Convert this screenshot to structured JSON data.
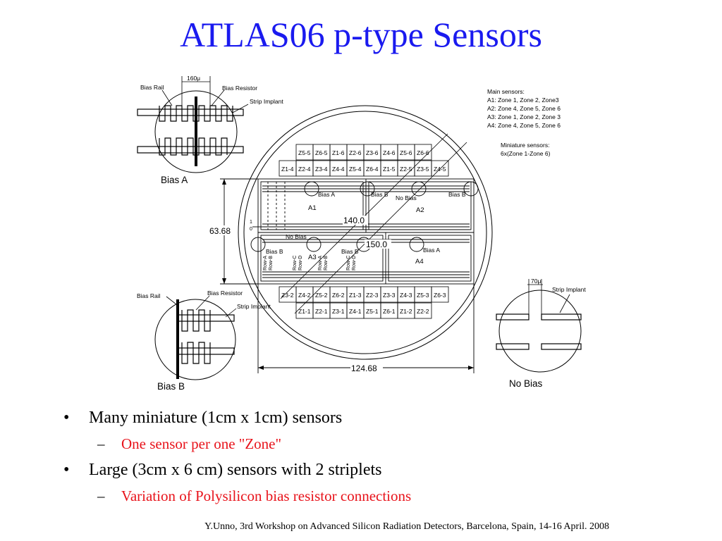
{
  "title": "ATLAS06 p-type Sensors",
  "diagram": {
    "zones_row1": [
      "Z5-5",
      "Z6-5",
      "Z1-6",
      "Z2-6",
      "Z3-6",
      "Z4-6",
      "Z5-6",
      "Z6-6"
    ],
    "zones_row2": [
      "Z1-4",
      "Z2-4",
      "Z3-4",
      "Z4-4",
      "Z5-4",
      "Z6-4",
      "Z1-5",
      "Z2-5",
      "Z3-5",
      "Z4-5"
    ],
    "zones_row3": [
      "Z3-2",
      "Z4-2",
      "Z5-2",
      "Z6-2",
      "Z1-3",
      "Z2-3",
      "Z3-3",
      "Z4-3",
      "Z5-3",
      "Z6-3"
    ],
    "zones_row4": [
      "Z1-1",
      "Z2-1",
      "Z3-1",
      "Z4-1",
      "Z5-1",
      "Z6-1",
      "Z1-2",
      "Z2-2"
    ],
    "main_sensors_lines": [
      "Main sensors:",
      "A1: Zone 1, Zone 2, Zone3",
      "A2: Zone 4, Zone 5, Zone 6",
      "A3: Zone 1, Zone 2, Zone 3",
      "A4: Zone 4, Zone 5, Zone 6"
    ],
    "mini_sensors_lines": [
      "Miniature sensors:",
      "6x(Zone 1-Zone 6)"
    ],
    "sensor_A1": "A1",
    "sensor_A2": "A2",
    "sensor_A3": "A3",
    "sensor_A4": "A4",
    "label_bias_a_1": "Bias A",
    "label_bias_b_1": "Bias B",
    "label_no_bias_1": "No Bias",
    "label_bias_b_2": "Bias B",
    "label_no_bias_2": "No Bias",
    "label_bias_b_3": "Bias B",
    "label_bias_b_4": "Bias B",
    "label_bias_a_2": "Bias A",
    "row_labels": [
      "Row-A",
      "Row-B",
      "Row-C",
      "Row-D",
      "Row-A",
      "Row-B",
      "Row-C",
      "Row-D"
    ],
    "dim_140": "140.0",
    "dim_150": "150.0",
    "dim_63": "63.68",
    "dim_124": "124.68",
    "tick_1": "1",
    "tick_0": "0",
    "detail_bias_a": {
      "width": "160μ",
      "bias_rail": "Bias Rail",
      "bias_resistor": "Bias Resistor",
      "strip_implant": "Strip Implant",
      "caption": "Bias A"
    },
    "detail_bias_b": {
      "bias_rail": "Bias Rail",
      "bias_resistor": "Bias Resistor",
      "strip_implant": "Strip Implant",
      "caption": "Bias B"
    },
    "detail_no_bias": {
      "width": "70μ",
      "strip_implant": "Strip Implant",
      "caption": "No Bias"
    }
  },
  "bullets": [
    {
      "text": "Many miniature (1cm x 1cm) sensors",
      "sub": "One sensor per one \"Zone\""
    },
    {
      "text": "Large (3cm x 6 cm) sensors with 2 striplets",
      "sub": "Variation of Polysilicon bias resistor connections"
    }
  ],
  "bullet_mark": "•",
  "sub_mark": "–",
  "footer": "Y.Unno, 3rd Workshop on Advanced Silicon Radiation Detectors, Barcelona, Spain, 14-16 April. 2008"
}
